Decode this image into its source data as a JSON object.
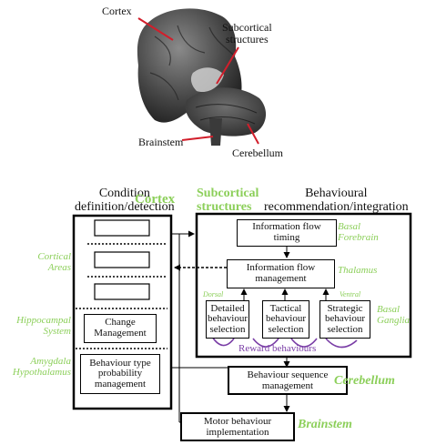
{
  "brain": {
    "cortex": "Cortex",
    "subcortical_line1": "Subcortical",
    "subcortical_line2": "structures",
    "brainstem": "Brainstem",
    "cerebellum": "Cerebellum"
  },
  "headers": {
    "condition_line1": "Condition",
    "condition_line2": "definition/detection",
    "cortex": "Cortex",
    "subcortical_line1": "Subcortical",
    "subcortical_line2": "structures",
    "behavioural_line1": "Behavioural",
    "behavioural_line2": "recommendation/integration"
  },
  "side_labels": {
    "cortical_line1": "Cortical",
    "cortical_line2": "Areas",
    "hippocampal_line1": "Hippocampal",
    "hippocampal_line2": "System",
    "amygdala_line1": "Amygdala",
    "amygdala_line2": "Hypothalamus",
    "basal_forebrain_line1": "Basal",
    "basal_forebrain_line2": "Forebrain",
    "thalamus": "Thalamus",
    "basal_ganglia_line1": "Basal",
    "basal_ganglia_line2": "Ganglia",
    "dorsal": "Dorsal",
    "ventral": "Ventral",
    "cerebellum": "Cerebellum",
    "brainstem": "Brainstem"
  },
  "boxes": {
    "change_line1": "Change",
    "change_line2": "Management",
    "type_line1": "Behaviour type",
    "type_line2": "probability",
    "type_line3": "management",
    "info_timing_line1": "Information flow",
    "info_timing_line2": "timing",
    "info_mgmt_line1": "Information flow",
    "info_mgmt_line2": "management",
    "detailed_line1": "Detailed",
    "detailed_line2": "behaviour",
    "detailed_line3": "selection",
    "tactical_line1": "Tactical",
    "tactical_line2": "behaviour",
    "tactical_line3": "selection",
    "strategic_line1": "Strategic",
    "strategic_line2": "behaviour",
    "strategic_line3": "selection",
    "reward": "Reward behaviours",
    "sequence_line1": "Behaviour sequence",
    "sequence_line2": "management",
    "motor_line1": "Motor behaviour",
    "motor_line2": "implementation"
  },
  "colors": {
    "green": "#8ccf5a",
    "purple": "#7a3ea6",
    "red": "#d21e2b"
  }
}
